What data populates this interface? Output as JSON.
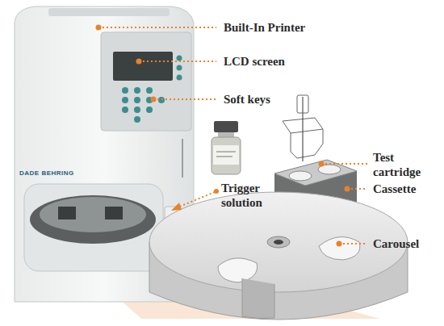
{
  "diagram": {
    "labels": [
      "Built-In Printer",
      "LCD screen",
      "Soft keys",
      "Test cartridge",
      "Trigger solution",
      "Cassette",
      "Carousel",
      "DADE BEHRING"
    ]
  }
}
